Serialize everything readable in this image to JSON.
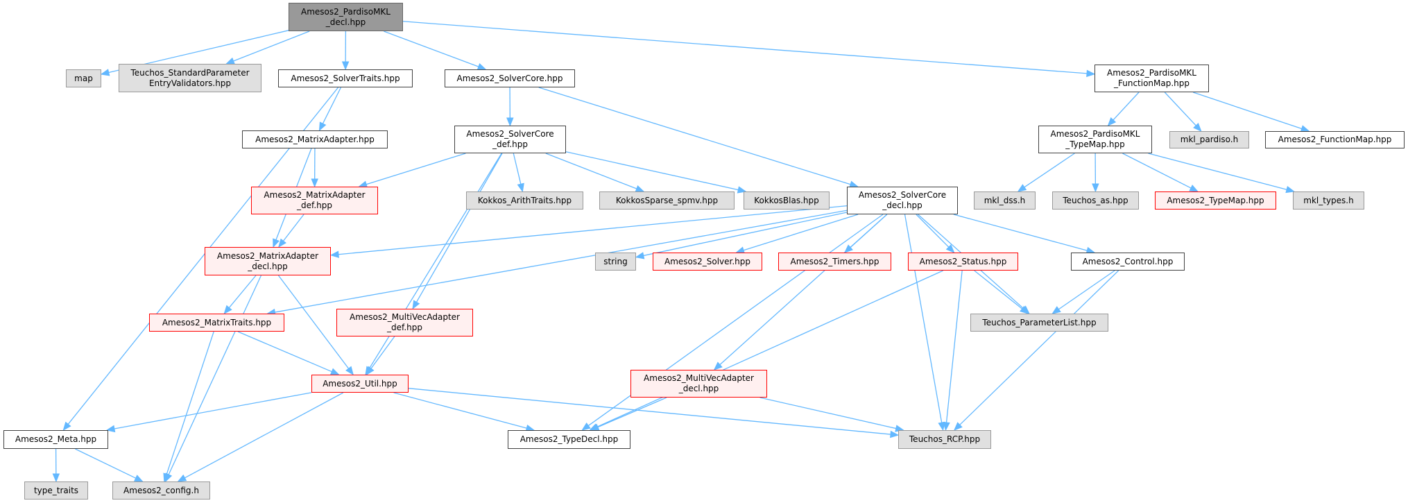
{
  "graph": {
    "colors": {
      "edge": "#63b8ff",
      "root_fill": "#999999",
      "external_fill": "#e0e0e0",
      "truncated_border": "#ff0000"
    },
    "nodes": {
      "pardiso_decl": {
        "lines": [
          "Amesos2_PardisoMKL",
          "_decl.hpp"
        ],
        "kind": "root"
      },
      "map": {
        "lines": [
          "map"
        ],
        "kind": "ext"
      },
      "teuchos_std": {
        "lines": [
          "Teuchos_StandardParameter",
          "EntryValidators.hpp"
        ],
        "kind": "ext"
      },
      "solver_traits": {
        "lines": [
          "Amesos2_SolverTraits.hpp"
        ],
        "kind": "plain"
      },
      "solver_core": {
        "lines": [
          "Amesos2_SolverCore.hpp"
        ],
        "kind": "plain"
      },
      "pardiso_function_map": {
        "lines": [
          "Amesos2_PardisoMKL",
          "_FunctionMap.hpp"
        ],
        "kind": "plain"
      },
      "matrix_adapter": {
        "lines": [
          "Amesos2_MatrixAdapter.hpp"
        ],
        "kind": "plain"
      },
      "solver_core_def": {
        "lines": [
          "Amesos2_SolverCore",
          "_def.hpp"
        ],
        "kind": "plain"
      },
      "pardiso_type_map": {
        "lines": [
          "Amesos2_PardisoMKL",
          "_TypeMap.hpp"
        ],
        "kind": "plain"
      },
      "mkl_pardiso": {
        "lines": [
          "mkl_pardiso.h"
        ],
        "kind": "ext"
      },
      "function_map": {
        "lines": [
          "Amesos2_FunctionMap.hpp"
        ],
        "kind": "plain"
      },
      "matrix_adapter_def": {
        "lines": [
          "Amesos2_MatrixAdapter",
          "_def.hpp"
        ],
        "kind": "red"
      },
      "kokkos_arith": {
        "lines": [
          "Kokkos_ArithTraits.hpp"
        ],
        "kind": "ext"
      },
      "kokkos_spmv": {
        "lines": [
          "KokkosSparse_spmv.hpp"
        ],
        "kind": "ext"
      },
      "kokkos_blas": {
        "lines": [
          "KokkosBlas.hpp"
        ],
        "kind": "ext"
      },
      "solver_core_decl": {
        "lines": [
          "Amesos2_SolverCore",
          "_decl.hpp"
        ],
        "kind": "plain"
      },
      "mkl_dss": {
        "lines": [
          "mkl_dss.h"
        ],
        "kind": "ext"
      },
      "teuchos_as": {
        "lines": [
          "Teuchos_as.hpp"
        ],
        "kind": "ext"
      },
      "type_map": {
        "lines": [
          "Amesos2_TypeMap.hpp"
        ],
        "kind": "red"
      },
      "mkl_types": {
        "lines": [
          "mkl_types.h"
        ],
        "kind": "ext"
      },
      "matrix_adapter_decl": {
        "lines": [
          "Amesos2_MatrixAdapter",
          "_decl.hpp"
        ],
        "kind": "red"
      },
      "string": {
        "lines": [
          "string"
        ],
        "kind": "ext"
      },
      "solver": {
        "lines": [
          "Amesos2_Solver.hpp"
        ],
        "kind": "red"
      },
      "timers": {
        "lines": [
          "Amesos2_Timers.hpp"
        ],
        "kind": "red"
      },
      "status": {
        "lines": [
          "Amesos2_Status.hpp"
        ],
        "kind": "red"
      },
      "control": {
        "lines": [
          "Amesos2_Control.hpp"
        ],
        "kind": "plain"
      },
      "matrix_traits": {
        "lines": [
          "Amesos2_MatrixTraits.hpp"
        ],
        "kind": "red"
      },
      "multivec_adapter_def": {
        "lines": [
          "Amesos2_MultiVecAdapter",
          "_def.hpp"
        ],
        "kind": "red"
      },
      "parameter_list": {
        "lines": [
          "Teuchos_ParameterList.hpp"
        ],
        "kind": "ext"
      },
      "util": {
        "lines": [
          "Amesos2_Util.hpp"
        ],
        "kind": "red"
      },
      "multivec_adapter_decl": {
        "lines": [
          "Amesos2_MultiVecAdapter",
          "_decl.hpp"
        ],
        "kind": "red"
      },
      "meta": {
        "lines": [
          "Amesos2_Meta.hpp"
        ],
        "kind": "plain"
      },
      "type_decl": {
        "lines": [
          "Amesos2_TypeDecl.hpp"
        ],
        "kind": "plain"
      },
      "rcp": {
        "lines": [
          "Teuchos_RCP.hpp"
        ],
        "kind": "ext"
      },
      "type_traits": {
        "lines": [
          "type_traits"
        ],
        "kind": "ext"
      },
      "config": {
        "lines": [
          "Amesos2_config.h"
        ],
        "kind": "ext"
      }
    },
    "edges": [
      [
        "pardiso_decl",
        "map"
      ],
      [
        "pardiso_decl",
        "teuchos_std"
      ],
      [
        "pardiso_decl",
        "solver_traits"
      ],
      [
        "pardiso_decl",
        "solver_core"
      ],
      [
        "pardiso_decl",
        "pardiso_function_map"
      ],
      [
        "solver_traits",
        "meta"
      ],
      [
        "solver_traits",
        "matrix_adapter"
      ],
      [
        "solver_core",
        "solver_core_def"
      ],
      [
        "solver_core",
        "solver_core_decl"
      ],
      [
        "pardiso_function_map",
        "pardiso_type_map"
      ],
      [
        "pardiso_function_map",
        "mkl_pardiso"
      ],
      [
        "pardiso_function_map",
        "function_map"
      ],
      [
        "pardiso_type_map",
        "mkl_dss"
      ],
      [
        "pardiso_type_map",
        "teuchos_as"
      ],
      [
        "pardiso_type_map",
        "type_map"
      ],
      [
        "pardiso_type_map",
        "mkl_types"
      ],
      [
        "matrix_adapter",
        "matrix_adapter_def"
      ],
      [
        "matrix_adapter",
        "matrix_adapter_decl"
      ],
      [
        "solver_core_def",
        "matrix_adapter_def"
      ],
      [
        "solver_core_def",
        "kokkos_arith"
      ],
      [
        "solver_core_def",
        "kokkos_spmv"
      ],
      [
        "solver_core_def",
        "kokkos_blas"
      ],
      [
        "solver_core_def",
        "multivec_adapter_def"
      ],
      [
        "solver_core_def",
        "util"
      ],
      [
        "matrix_adapter_def",
        "matrix_adapter_decl"
      ],
      [
        "solver_core_decl",
        "matrix_adapter_decl"
      ],
      [
        "solver_core_decl",
        "matrix_traits"
      ],
      [
        "solver_core_decl",
        "string"
      ],
      [
        "solver_core_decl",
        "solver"
      ],
      [
        "solver_core_decl",
        "timers"
      ],
      [
        "solver_core_decl",
        "status"
      ],
      [
        "solver_core_decl",
        "control"
      ],
      [
        "solver_core_decl",
        "parameter_list"
      ],
      [
        "solver_core_decl",
        "rcp"
      ],
      [
        "solver_core_decl",
        "type_decl"
      ],
      [
        "solver_core_decl",
        "multivec_adapter_decl"
      ],
      [
        "matrix_adapter_decl",
        "matrix_traits"
      ],
      [
        "matrix_adapter_decl",
        "util"
      ],
      [
        "matrix_adapter_decl",
        "config"
      ],
      [
        "matrix_traits",
        "util"
      ],
      [
        "matrix_traits",
        "config"
      ],
      [
        "multivec_adapter_def",
        "util"
      ],
      [
        "util",
        "meta"
      ],
      [
        "util",
        "config"
      ],
      [
        "util",
        "type_decl"
      ],
      [
        "util",
        "rcp"
      ],
      [
        "status",
        "type_decl"
      ],
      [
        "status",
        "rcp"
      ],
      [
        "status",
        "parameter_list"
      ],
      [
        "control",
        "parameter_list"
      ],
      [
        "control",
        "rcp"
      ],
      [
        "multivec_adapter_decl",
        "type_decl"
      ],
      [
        "multivec_adapter_decl",
        "rcp"
      ],
      [
        "meta",
        "type_traits"
      ],
      [
        "meta",
        "config"
      ]
    ]
  }
}
